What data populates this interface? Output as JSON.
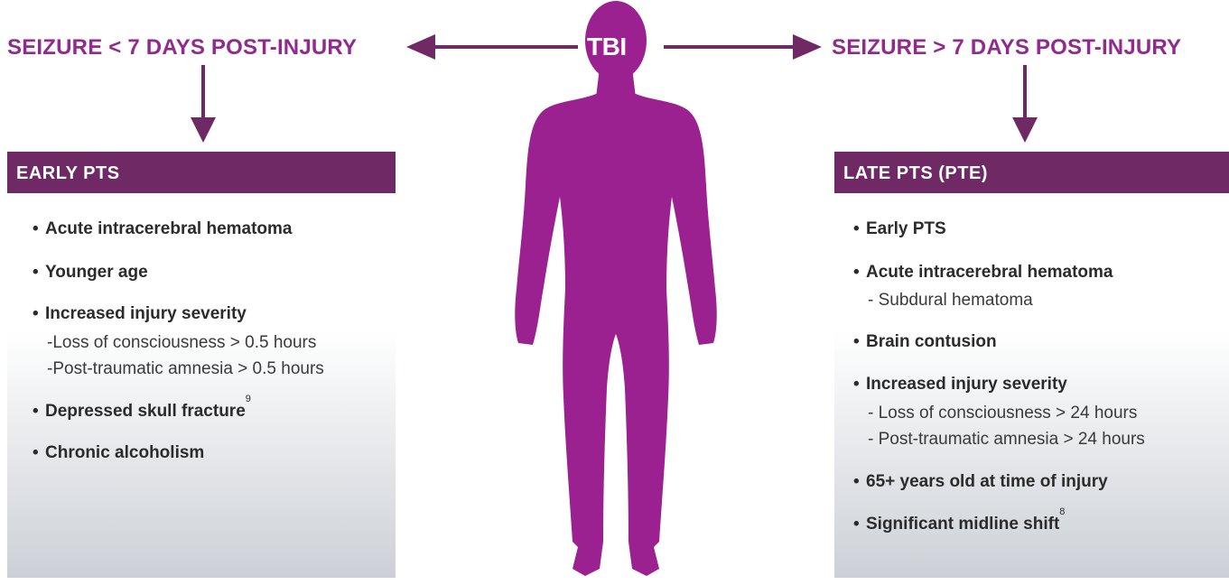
{
  "center": {
    "label": "TBI"
  },
  "left": {
    "heading": "SEIZURE < 7 DAYS POST-INJURY",
    "panel_title": "EARLY PTS",
    "items": [
      {
        "label": "Acute intracerebral hematoma",
        "sup": "",
        "subs": []
      },
      {
        "label": "Younger age",
        "sup": "",
        "subs": []
      },
      {
        "label": "Increased injury severity",
        "sup": "",
        "subs": [
          "-Loss of consciousness > 0.5 hours",
          "-Post-traumatic amnesia > 0.5 hours"
        ]
      },
      {
        "label": "Depressed skull fracture",
        "sup": "9",
        "subs": []
      },
      {
        "label": "Chronic alcoholism",
        "sup": "",
        "subs": []
      }
    ]
  },
  "right": {
    "heading": "SEIZURE > 7 DAYS POST-INJURY",
    "panel_title": "LATE PTS (PTE)",
    "items": [
      {
        "label": "Early PTS",
        "sup": "",
        "subs": []
      },
      {
        "label": "Acute intracerebral hematoma",
        "sup": "",
        "subs": [
          "- Subdural hematoma"
        ]
      },
      {
        "label": "Brain contusion",
        "sup": "",
        "subs": []
      },
      {
        "label": "Increased injury severity",
        "sup": "",
        "subs": [
          "- Loss of consciousness > 24 hours",
          "- Post-traumatic amnesia > 24 hours"
        ]
      },
      {
        "label": "65+ years old at time of injury",
        "sup": "",
        "subs": []
      },
      {
        "label": "Significant midline shift",
        "sup": "8",
        "subs": []
      }
    ]
  },
  "colors": {
    "accent": "#9b2190",
    "heading": "#912a8c",
    "panel_header": "#6f2a66",
    "arrow": "#6f2a66",
    "text": "#2b2b2b"
  },
  "bullet": "•"
}
